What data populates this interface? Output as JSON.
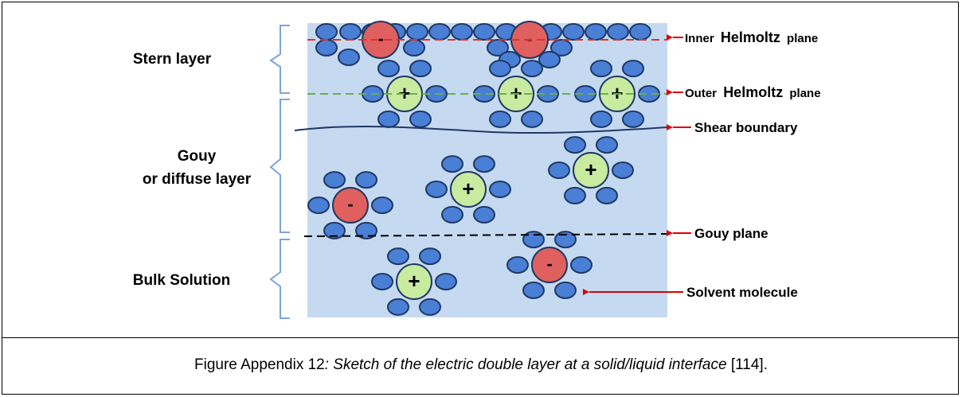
{
  "diagram": {
    "layer_labels": {
      "stern": "Stern layer",
      "gouy_line1": "Gouy",
      "gouy_line2": "or diffuse layer",
      "bulk": "Bulk Solution"
    },
    "annotations": {
      "inner_helmoltz_a": "Inner",
      "inner_helmoltz_b": "Helmoltz",
      "inner_helmoltz_c": "plane",
      "outer_helmoltz_a": "Outer",
      "outer_helmoltz_b": "Helmoltz",
      "outer_helmoltz_c": "plane",
      "shear_boundary": "Shear boundary",
      "gouy_plane": "Gouy plane",
      "solvent_molecule": "Solvent molecule"
    },
    "ion_signs": {
      "anion": "-",
      "cation": "+"
    },
    "colors": {
      "solution_bg": "#c5d9f1",
      "solvent_fill": "#4a7fd6",
      "anion_fill": "#e06060",
      "cation_fill": "#c8eba0",
      "bracket": "#7aa5d6",
      "arrow": "#e00000",
      "inner_plane_line": "#e03030",
      "outer_plane_line": "#6ab04c"
    }
  },
  "caption": {
    "prefix": "Figure Appendix 12",
    "italic": ": Sketch of the electric double layer at a solid/liquid interface",
    "ref": " [114]."
  }
}
